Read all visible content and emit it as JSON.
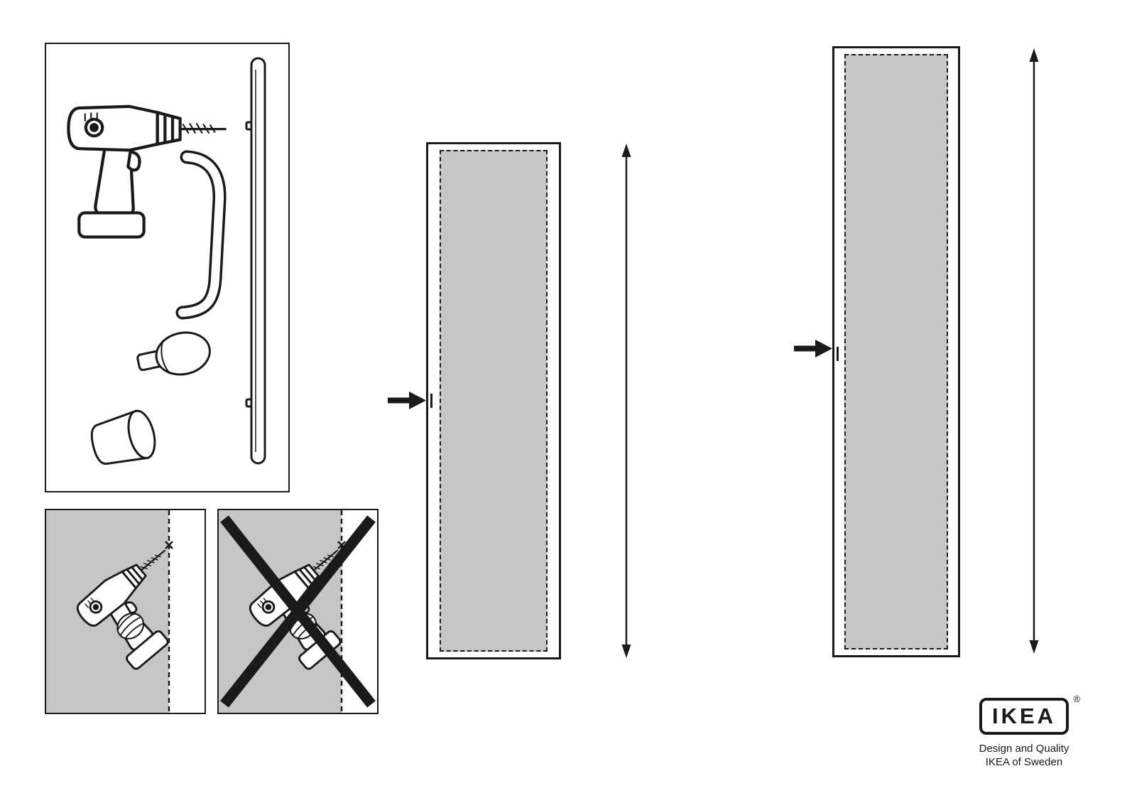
{
  "colors": {
    "ink": "#1a1a1a",
    "panel_gray": "#c6c6c6",
    "paper": "#ffffff"
  },
  "icons": {
    "parts": [
      "cordless-drill-icon",
      "door-handle-icon",
      "bar-handle-icon",
      "round-knob-icon",
      "cylinder-knob-icon"
    ],
    "annotations": [
      "door-edge-dashed-line",
      "drill-point-x-icon",
      "prohibition-cross-icon",
      "hand-icon",
      "position-arrow-icon",
      "center-mark-tick",
      "height-measure-arrow-icon"
    ]
  },
  "logo": {
    "brand": "IKEA",
    "registered_mark": "®",
    "tagline_line1": "Design and Quality",
    "tagline_line2": "IKEA of Sweden"
  }
}
